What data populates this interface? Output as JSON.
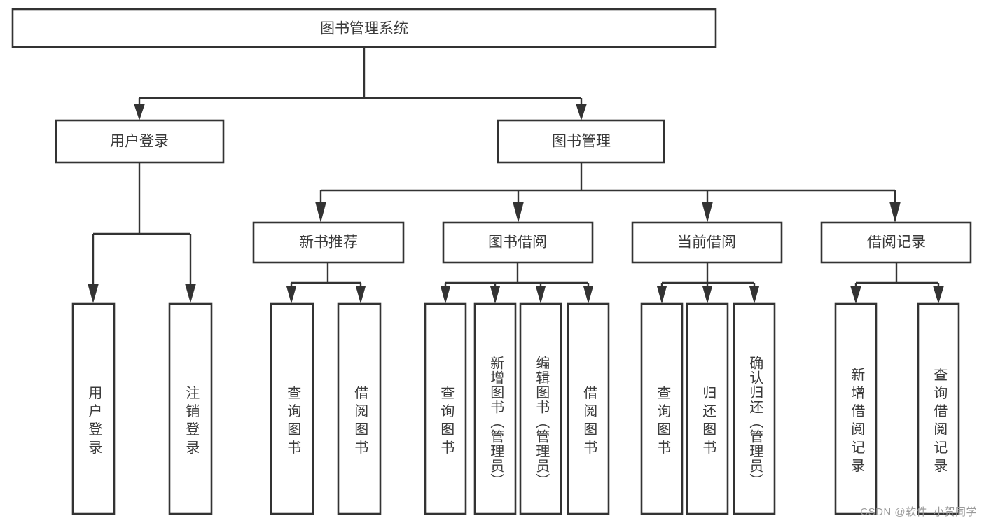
{
  "diagram": {
    "title": "图书管理系统",
    "type": "tree-hierarchy",
    "colors": {
      "background": "#ffffff",
      "stroke": "#333333",
      "text": "#3a3a3a",
      "watermark": "#9a9a9a"
    },
    "root": {
      "label": "图书管理系统"
    },
    "level2": [
      {
        "label": "用户登录"
      },
      {
        "label": "图书管理"
      }
    ],
    "level3": [
      {
        "label": "新书推荐"
      },
      {
        "label": "图书借阅"
      },
      {
        "label": "当前借阅"
      },
      {
        "label": "借阅记录"
      }
    ],
    "leaves": {
      "user_login": [
        {
          "label": "用户登录"
        },
        {
          "label": "注销登录"
        }
      ],
      "new_book_recommend": [
        {
          "label": "查询图书"
        },
        {
          "label": "借阅图书"
        }
      ],
      "book_borrow": [
        {
          "label": "查询图书"
        },
        {
          "label": "新增图书（管理员）"
        },
        {
          "label": "编辑图书（管理员）"
        },
        {
          "label": "借阅图书"
        }
      ],
      "current_borrow": [
        {
          "label": "查询图书"
        },
        {
          "label": "归还图书"
        },
        {
          "label": "确认归还（管理员）"
        }
      ],
      "borrow_record": [
        {
          "label": "新增借阅记录"
        },
        {
          "label": "查询借阅记录"
        }
      ]
    }
  },
  "watermark": {
    "text": "CSDN @软件_小贺同学"
  }
}
